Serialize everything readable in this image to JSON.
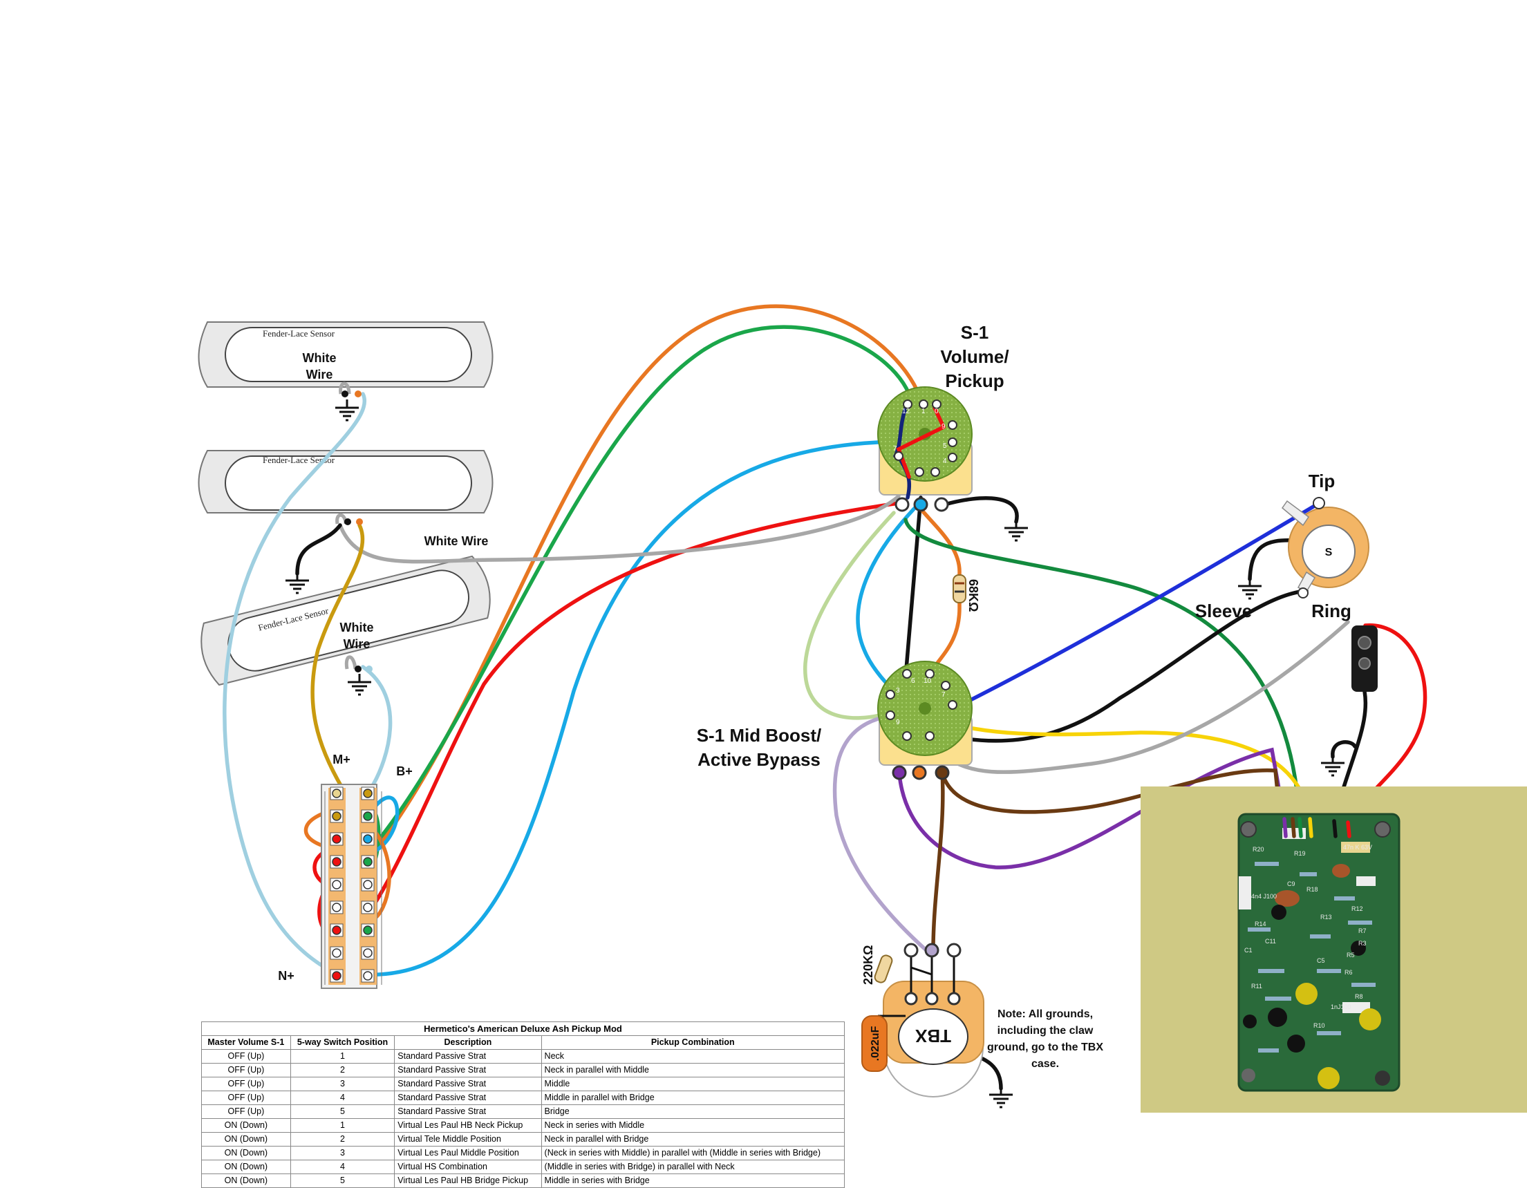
{
  "labels": {
    "s1_volume": [
      "S-1",
      "Volume/",
      "Pickup"
    ],
    "s1_mid": [
      "S-1 Mid Boost/",
      "Active Bypass"
    ],
    "tip": "Tip",
    "sleeve": "Sleeve",
    "ring": "Ring",
    "white_wire_1": [
      "White",
      "Wire"
    ],
    "white_wire_2": "White Wire",
    "white_wire_3": [
      "White",
      "Wire"
    ],
    "m_plus": "M+",
    "b_plus": "B+",
    "n_plus": "N+",
    "r68k": "68KΩ",
    "r220k": "220KΩ",
    "cap": ".022uF",
    "tbx": "TBX",
    "jack_s": "S",
    "pickup_brand": "Fender-Lace Sensor",
    "pot_numbers_top": [
      "12",
      "1",
      "0",
      "9",
      "7",
      "5",
      "4"
    ],
    "pot_numbers_bottom": [
      "3",
      "6",
      "10",
      "7",
      "9"
    ]
  },
  "note": "Note: All grounds, including the claw ground, go to the TBX case.",
  "board_marks": [
    "1nJ100",
    "47n K 63V",
    "R20",
    "R19",
    "R18",
    "R14",
    "R13",
    "R12",
    "R11",
    "R10",
    "R8",
    "R7",
    "R6",
    "R5",
    "R3",
    "C1",
    "C5",
    "C9",
    "C11",
    "1nJ100",
    "4n4 J100"
  ],
  "table": {
    "title": "Hermetico's American Deluxe Ash Pickup Mod",
    "headers": [
      "Master Volume S-1",
      "5-way Switch Position",
      "Description",
      "Pickup Combination"
    ],
    "rows": [
      [
        "OFF (Up)",
        "1",
        "Standard Passive Strat",
        "Neck"
      ],
      [
        "OFF (Up)",
        "2",
        "Standard Passive Strat",
        "Neck in parallel with Middle"
      ],
      [
        "OFF (Up)",
        "3",
        "Standard Passive Strat",
        "Middle"
      ],
      [
        "OFF (Up)",
        "4",
        "Standard Passive Strat",
        "Middle in parallel with Bridge"
      ],
      [
        "OFF (Up)",
        "5",
        "Standard Passive Strat",
        "Bridge"
      ],
      [
        "ON (Down)",
        "1",
        "Virtual Les Paul HB Neck Pickup",
        "Neck in series with Middle"
      ],
      [
        "ON (Down)",
        "2",
        "Virtual Tele Middle Position",
        "Neck in parallel with Bridge"
      ],
      [
        "ON (Down)",
        "3",
        "Virtual Les Paul Middle Position",
        "(Neck in series with Middle) in parallel with (Middle in series with Bridge)"
      ],
      [
        "ON (Down)",
        "4",
        "Virtual HS Combination",
        "(Middle in series with Bridge) in parallel with Neck"
      ],
      [
        "ON (Down)",
        "5",
        "Virtual Les Paul HB Bridge Pickup",
        "Middle in series with Bridge"
      ]
    ]
  },
  "colors": {
    "orange": "#e87722",
    "green": "#1aa64a",
    "darkgreen": "#138a3e",
    "skyblue": "#17a9e6",
    "lightblue": "#9fcfe0",
    "red": "#ee1111",
    "gray": "#a7a7a7",
    "black": "#111111",
    "blue": "#1e2fd9",
    "yellow": "#f7d308",
    "purple": "#7a2fa8",
    "lavender": "#b2a3cc",
    "brown": "#6a3a12",
    "gold": "#c99a0f",
    "lightgreen": "#bcd898",
    "potgreen": "#79a83a"
  }
}
